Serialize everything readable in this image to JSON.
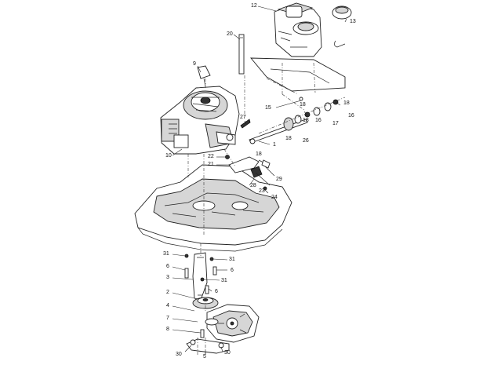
{
  "diagram": {
    "callouts": [
      {
        "id": "c12",
        "text": "12"
      },
      {
        "id": "c13",
        "text": "13"
      },
      {
        "id": "c20",
        "text": "20"
      },
      {
        "id": "c9",
        "text": "9"
      },
      {
        "id": "c27",
        "text": "27"
      },
      {
        "id": "c15",
        "text": "15"
      },
      {
        "id": "c18a",
        "text": "18"
      },
      {
        "id": "c18b",
        "text": "18"
      },
      {
        "id": "c16a",
        "text": "16"
      },
      {
        "id": "c17",
        "text": "17"
      },
      {
        "id": "c18c",
        "text": "18"
      },
      {
        "id": "c16b",
        "text": "16"
      },
      {
        "id": "c1",
        "text": "1"
      },
      {
        "id": "c18d",
        "text": "18"
      },
      {
        "id": "c26",
        "text": "26"
      },
      {
        "id": "c18e",
        "text": "18"
      },
      {
        "id": "c10",
        "text": "10"
      },
      {
        "id": "c22",
        "text": "22"
      },
      {
        "id": "c21",
        "text": "21"
      },
      {
        "id": "c29",
        "text": "29"
      },
      {
        "id": "c28",
        "text": "28"
      },
      {
        "id": "c23",
        "text": "23"
      },
      {
        "id": "c24",
        "text": "24"
      },
      {
        "id": "c31a",
        "text": "31"
      },
      {
        "id": "c31b",
        "text": "31"
      },
      {
        "id": "c6a",
        "text": "6"
      },
      {
        "id": "c6b",
        "text": "6"
      },
      {
        "id": "c3",
        "text": "3"
      },
      {
        "id": "c31c",
        "text": "31"
      },
      {
        "id": "c2",
        "text": "2"
      },
      {
        "id": "c6c",
        "text": "6"
      },
      {
        "id": "c4",
        "text": "4"
      },
      {
        "id": "c7",
        "text": "7"
      },
      {
        "id": "c8",
        "text": "8"
      },
      {
        "id": "c30a",
        "text": "30"
      },
      {
        "id": "c30b",
        "text": "30"
      },
      {
        "id": "c5",
        "text": "5"
      }
    ]
  }
}
